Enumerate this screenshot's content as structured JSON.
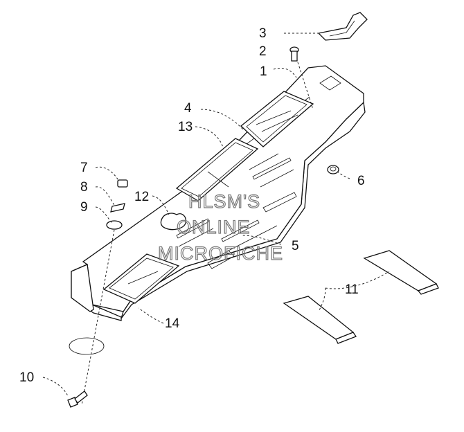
{
  "diagram": {
    "callouts": [
      "1",
      "2",
      "3",
      "4",
      "5",
      "6",
      "7",
      "8",
      "9",
      "10",
      "11",
      "12",
      "13",
      "14"
    ],
    "watermark": [
      "HLSM'S",
      "ONLINE",
      "MICROFICHE"
    ]
  }
}
